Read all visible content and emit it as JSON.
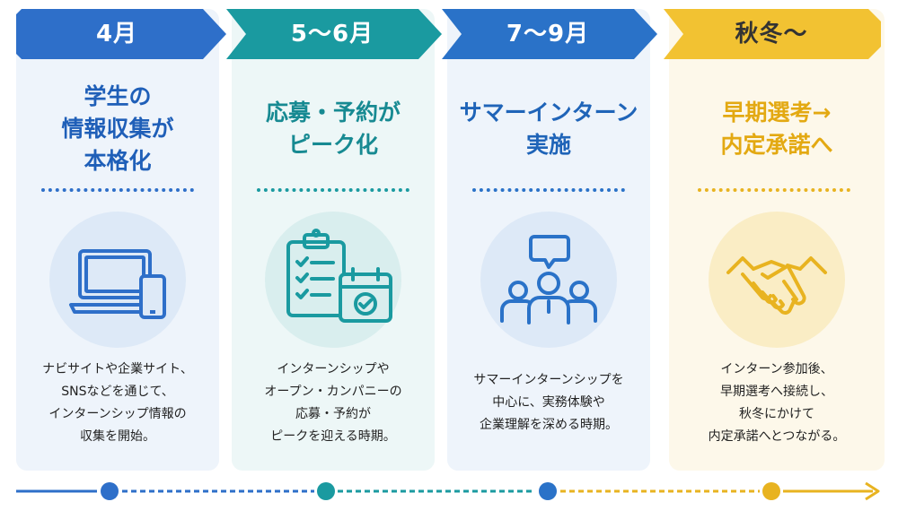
{
  "stages": [
    {
      "period": "4月",
      "title_lines": [
        "学生の",
        "情報収集が",
        "本格化"
      ],
      "desc_lines": [
        "ナビサイトや企業サイト、",
        "SNSなどを通じて、",
        "インターンシップ情報の",
        "収集を開始。"
      ],
      "icon": "laptop-smartphone-icon",
      "colors": {
        "banner": "#2e6fc9",
        "title": "#1f5fb8",
        "card": "#eef4fb",
        "circle": "#dde9f7",
        "dots": "#2e6fc9",
        "icon": "#2e6fc9"
      }
    },
    {
      "period": "5～6月",
      "title_lines": [
        "応募・予約が",
        "ピーク化"
      ],
      "desc_lines": [
        "インターンシップや",
        "オープン・カンパニーの",
        "応募・予約が",
        "ピークを迎える時期。"
      ],
      "icon": "clipboard-calendar-icon",
      "colors": {
        "banner": "#1a9aa0",
        "title": "#178a92",
        "card": "#edf7f7",
        "circle": "#d9eeee",
        "dots": "#1a9aa0",
        "icon": "#1a9aa0"
      }
    },
    {
      "period": "7～9月",
      "title_lines": [
        "サマーインターン",
        "実施"
      ],
      "desc_lines": [
        "サマーインターンシップを",
        "中心に、実務体験や",
        "企業理解を深める時期。"
      ],
      "icon": "group-discussion-icon",
      "colors": {
        "banner": "#2a72c8",
        "title": "#1f64b8",
        "card": "#eef4fb",
        "circle": "#dde9f7",
        "dots": "#2a72c8",
        "icon": "#2a72c8"
      }
    },
    {
      "period": "秋冬～",
      "title_lines": [
        "早期選考→",
        "内定承諾へ"
      ],
      "desc_lines": [
        "インターン参加後、",
        "早期選考へ接続し、",
        "秋冬にかけて",
        "内定承諾へとつながる。"
      ],
      "icon": "handshake-icon",
      "colors": {
        "banner": "#f2c232",
        "title": "#e3a912",
        "card": "#fdf8ea",
        "circle": "#faedc5",
        "dots": "#e8b320",
        "icon": "#e8b320",
        "banner_text": "#333333"
      }
    }
  ]
}
